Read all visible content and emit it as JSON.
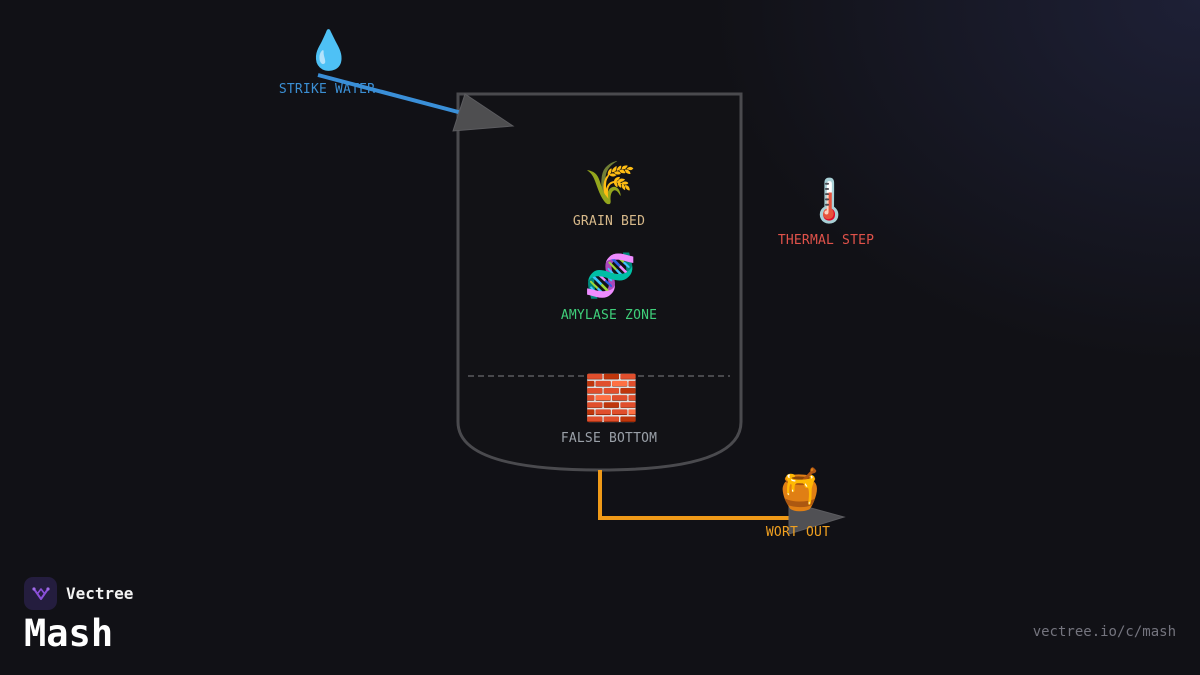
{
  "diagram": {
    "nodes": {
      "strike_water": {
        "icon": "water-drop-icon",
        "glyph": "💧",
        "label": "STRIKE WATER",
        "color": "#3b8fd4"
      },
      "grain_bed": {
        "icon": "wheat-icon",
        "glyph": "🌾",
        "label": "GRAIN BED",
        "color": "#d7b98a"
      },
      "amylase_zone": {
        "icon": "dna-icon",
        "glyph": "🧬",
        "label": "AMYLASE ZONE",
        "color": "#3fcf7a"
      },
      "false_bottom": {
        "icon": "brick-icon",
        "glyph": "🧱",
        "label": "FALSE BOTTOM",
        "color": "#9aa0a8"
      },
      "thermal_step": {
        "icon": "thermometer-icon",
        "glyph": "🌡️",
        "label": "THERMAL STEP",
        "color": "#e0524a"
      },
      "wort_out": {
        "icon": "honey-pot-icon",
        "glyph": "🍯",
        "label": "WORT OUT",
        "color": "#f0a020"
      }
    },
    "edges": [
      {
        "from": "strike_water",
        "to": "grain_bed",
        "color": "#3a8fd8"
      },
      {
        "from": "false_bottom",
        "to": "wort_out",
        "color": "#f09a18"
      }
    ]
  },
  "brand": {
    "name": "Vectree",
    "logo": "vectree-logo-icon",
    "accent": "#8a4fd8"
  },
  "title": "Mash",
  "url": "vectree.io/c/mash"
}
